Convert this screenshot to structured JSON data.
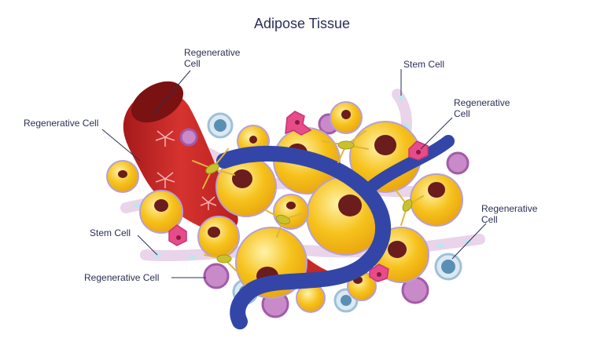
{
  "title": "Adipose Tissue",
  "labels": {
    "regen_top_line1": "Regenerative",
    "regen_top_line2": "Cell",
    "stem_top_right": "Stem Cell",
    "regen_right_top_line1": "Regenerative",
    "regen_right_top_line2": "Cell",
    "regen_left_top": "Regenerative Cell",
    "regen_right_bottom_line1": "Regenerative",
    "regen_right_bottom_line2": "Cell",
    "stem_left": "Stem Cell",
    "regen_left_bottom": "Regenerative Cell"
  },
  "colors": {
    "title_text": "#2b2f55",
    "fat_cell": "#f6c21c",
    "fat_nucleus": "#6b1c1c",
    "blood_vessel": "#c62828",
    "vein": "#3346a8",
    "stem_cell": "#5a8fb5",
    "regen_pink": "#e74c8a",
    "regen_purple": "#b765b7",
    "capillary": "#e9d4ea"
  }
}
